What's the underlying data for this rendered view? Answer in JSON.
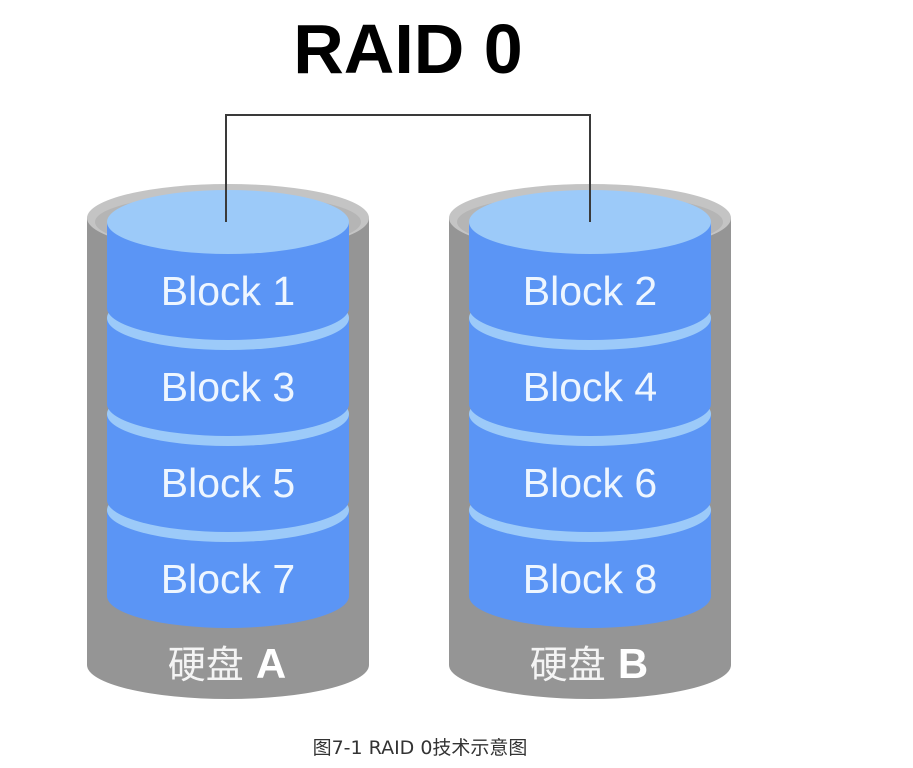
{
  "title": "RAID 0",
  "colors": {
    "disk_body": "#959595",
    "disk_rim": "#c4c4c4",
    "platter_side": "#5b95f5",
    "platter_top": "#9ccaf9",
    "connector_line": "#3a3a3a",
    "text_light": "#eef6ff"
  },
  "disks": [
    {
      "name": "硬盘",
      "letter": "A",
      "blocks": [
        "Block 1",
        "Block 3",
        "Block 5",
        "Block 7"
      ]
    },
    {
      "name": "硬盘",
      "letter": "B",
      "blocks": [
        "Block 2",
        "Block 4",
        "Block 6",
        "Block 8"
      ]
    }
  ],
  "caption": "图7-1  RAID 0技术示意图"
}
